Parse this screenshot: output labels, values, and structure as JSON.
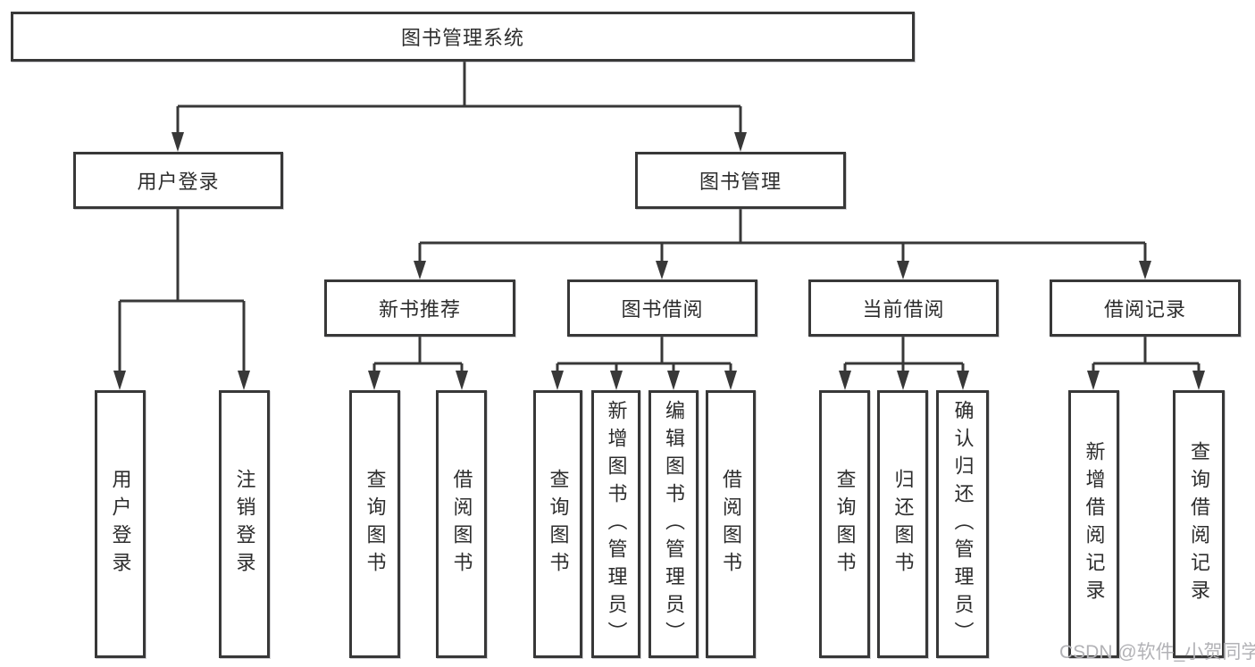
{
  "diagram_type": "functional-structure-tree",
  "tree": {
    "label": "图书管理系统",
    "children": [
      {
        "label": "用户登录",
        "children": [
          {
            "label": "用户登录"
          },
          {
            "label": "注销登录"
          }
        ]
      },
      {
        "label": "图书管理",
        "children": [
          {
            "label": "新书推荐",
            "children": [
              {
                "label": "查询图书"
              },
              {
                "label": "借阅图书"
              }
            ]
          },
          {
            "label": "图书借阅",
            "children": [
              {
                "label": "查询图书"
              },
              {
                "label": "新增图书（管理员）"
              },
              {
                "label": "编辑图书（管理员）"
              },
              {
                "label": "借阅图书"
              }
            ]
          },
          {
            "label": "当前借阅",
            "children": [
              {
                "label": "查询图书"
              },
              {
                "label": "归还图书"
              },
              {
                "label": "确认归还（管理员）"
              }
            ]
          },
          {
            "label": "借阅记录",
            "children": [
              {
                "label": "新增借阅记录"
              },
              {
                "label": "查询借阅记录"
              }
            ]
          }
        ]
      }
    ]
  },
  "watermark": "CSDN @软件_小贺同学",
  "colors": {
    "line": "#383838",
    "box_border": "#383838",
    "text": "#2d2d2d",
    "background": "#ffffff",
    "watermark": "#b2b2b6"
  }
}
